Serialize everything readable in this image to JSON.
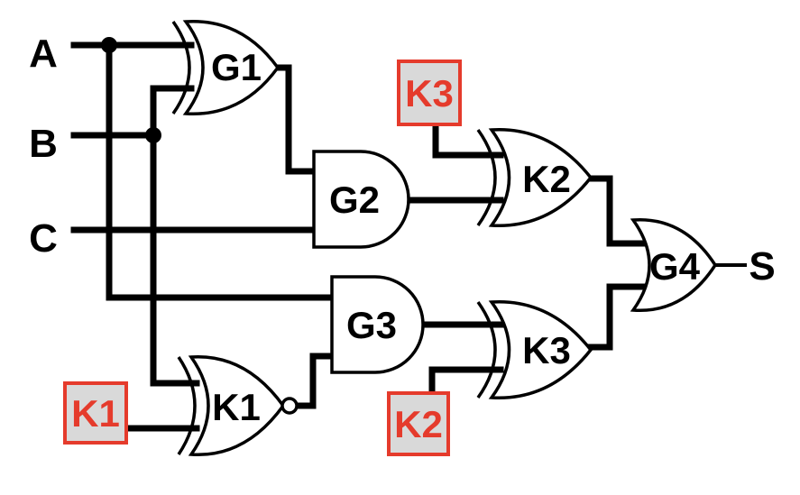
{
  "inputs": {
    "a": "A",
    "b": "B",
    "c": "C"
  },
  "output": "S",
  "gates": {
    "g1": "G1",
    "g2": "G2",
    "g3": "G3",
    "g4": "G4",
    "k1": "K1",
    "k2": "K2",
    "k3": "K3"
  },
  "key_inputs": {
    "k1": "K1",
    "k2": "K2",
    "k3": "K3"
  },
  "colors": {
    "key_text": "#e53b2c",
    "key_fill": "#d9d9d9",
    "wire": "#000000"
  }
}
